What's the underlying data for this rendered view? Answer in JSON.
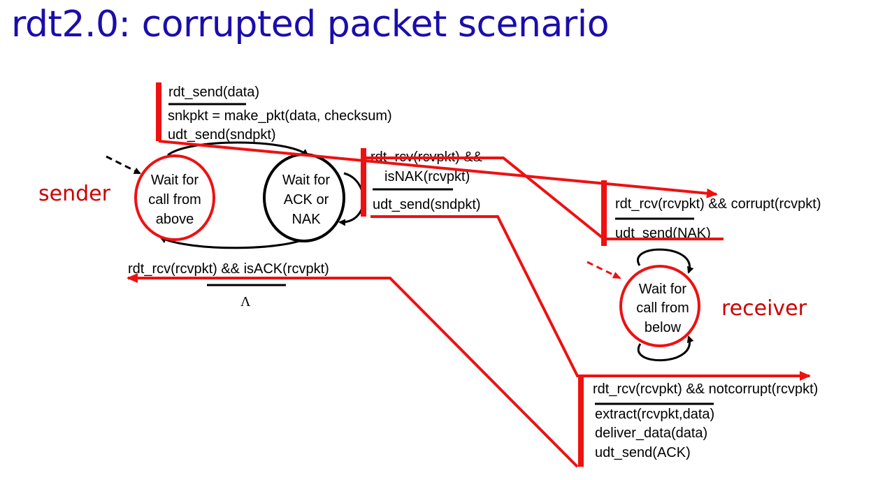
{
  "title": "rdt2.0: corrupted packet scenario",
  "colors": {
    "title": "#1a0dab",
    "highlight": "#ee1111",
    "role_label": "#cc0000",
    "ink": "#000000"
  },
  "roles": {
    "sender": "sender",
    "receiver": "receiver"
  },
  "states": {
    "wait_call_above": [
      "Wait for",
      "call from",
      "above"
    ],
    "wait_ack_nak": [
      "Wait for",
      "ACK or",
      "NAK"
    ],
    "wait_call_below": [
      "Wait for",
      "call from",
      "below"
    ]
  },
  "transitions": {
    "send": {
      "event": "rdt_send(data)",
      "actions": [
        "snkpkt = make_pkt(data, checksum)",
        "udt_send(sndpkt)"
      ]
    },
    "nak": {
      "event": [
        "rdt_rcv(rcvpkt) &&",
        "isNAK(rcvpkt)"
      ],
      "action": "udt_send(sndpkt)"
    },
    "ack": {
      "event": "rdt_rcv(rcvpkt) && isACK(rcvpkt)",
      "action": "Λ"
    },
    "corrupt": {
      "event": "rdt_rcv(rcvpkt) && corrupt(rcvpkt)",
      "action": "udt_send(NAK)"
    },
    "notcorrupt": {
      "event": "rdt_rcv(rcvpkt) &&  notcorrupt(rcvpkt)",
      "actions": [
        "extract(rcvpkt,data)",
        "deliver_data(data)",
        "udt_send(ACK)"
      ]
    }
  }
}
